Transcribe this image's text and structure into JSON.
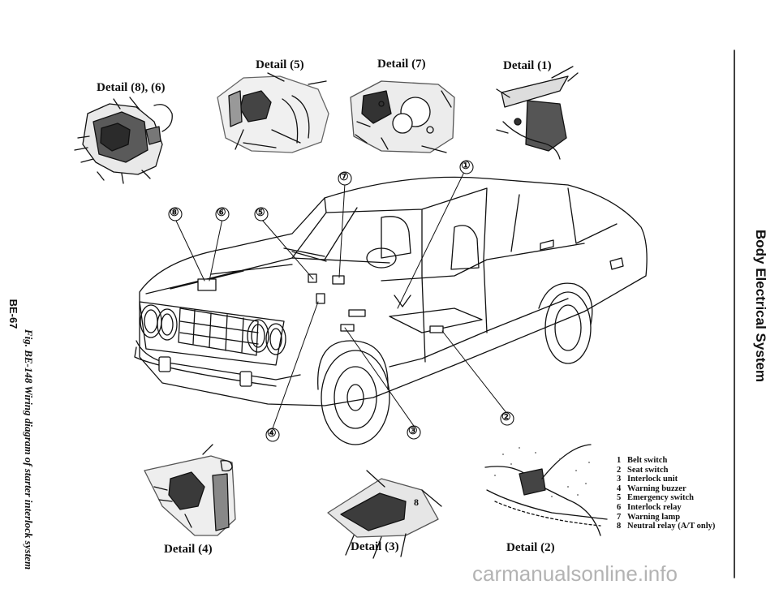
{
  "details": {
    "d86": "Detail (8), (6)",
    "d5": "Detail (5)",
    "d7": "Detail (7)",
    "d1": "Detail (1)",
    "d4": "Detail (4)",
    "d3": "Detail (3)",
    "d2": "Detail (2)"
  },
  "callouts": [
    "①",
    "②",
    "③",
    "④",
    "⑤",
    "⑥",
    "⑦",
    "⑧"
  ],
  "callout_3_tag": "8",
  "legend": [
    {
      "num": "1",
      "text": "Belt switch"
    },
    {
      "num": "2",
      "text": "Seat switch"
    },
    {
      "num": "3",
      "text": "Interlock unit"
    },
    {
      "num": "4",
      "text": "Warning buzzer"
    },
    {
      "num": "5",
      "text": "Emergency switch"
    },
    {
      "num": "6",
      "text": "Interlock relay"
    },
    {
      "num": "7",
      "text": "Warning lamp"
    },
    {
      "num": "8",
      "text": "Neutral relay (A/T only)"
    }
  ],
  "side_title": "Body Electrical System",
  "page_number": "BE-67",
  "caption": "Fig. BE-148 Wiring diagram of starter interlock system",
  "watermark": "carmanualsonline.info"
}
